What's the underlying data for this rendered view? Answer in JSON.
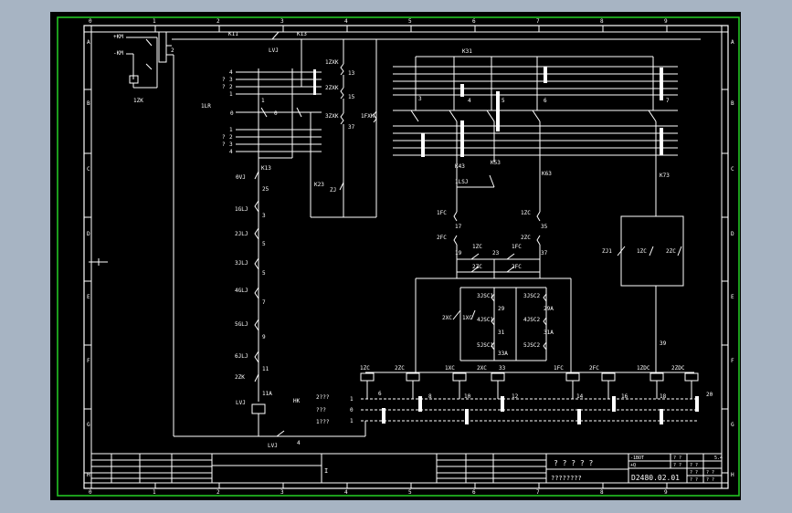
{
  "colors": {
    "background": "#a7b4c3",
    "sheet": "#000000",
    "line": "#ffffff",
    "border": "#24c424"
  },
  "ruler": {
    "top": [
      "0",
      "1",
      "2",
      "3",
      "4",
      "5",
      "6",
      "7",
      "8",
      "9"
    ],
    "bottom": [
      "0",
      "1",
      "2",
      "3",
      "4",
      "5",
      "6",
      "7",
      "8",
      "9"
    ],
    "left": [
      "A",
      "B",
      "C",
      "D",
      "E",
      "F",
      "G",
      "H"
    ],
    "right": [
      "A",
      "B",
      "C",
      "D",
      "E",
      "F",
      "G",
      "H"
    ]
  },
  "labels": {
    "bus1": "+KM",
    "bus2": "-KM",
    "izk": "1ZK",
    "k11": "K11",
    "lvj": "LVJ",
    "k13a": "K13",
    "r4": "4",
    "r3": "3",
    "r2": "2",
    "r1": "1",
    "q1": "?",
    "q2": "?",
    "q3": "?",
    "q4": "?",
    "z1zk": "1ZXK",
    "z2zk": "2ZXK",
    "z3zk": "3ZXK",
    "n13": "13",
    "n15": "15",
    "n37": "37",
    "lr": "1LR",
    "sw0": "0",
    "n1a": "1",
    "n1b": "1",
    "n2": "2",
    "n3": "3",
    "n4": "4",
    "k13b": "K13",
    "k23": "K23",
    "zj": "ZJ",
    "fx": "1FXK",
    "k31": "K31",
    "c3": "3",
    "c4": "4",
    "c5": "5",
    "c6": "6",
    "c7": "7",
    "k43": "K43",
    "k53": "K53",
    "k63": "K63",
    "k73": "K73",
    "lsj": "1LSJ",
    "ovj": "0VJ",
    "n25": "25",
    "g1": "1GLJ",
    "g3": "3",
    "g2": "2JLJ",
    "g5": "5",
    "g3l": "3JLJ",
    "g5n": "5",
    "g4": "4GLJ",
    "g7": "7",
    "g5l": "5GLJ",
    "g9": "9",
    "g6": "6JLJ",
    "g11": "11",
    "zk": "2ZK",
    "n11a": "11A",
    "lvj2": "LVJ",
    "fc1": "1FC",
    "n17": "17",
    "fc2": "2FC",
    "n19": "19",
    "zc1": "1ZC",
    "n23": "23",
    "fc1b": "1FC",
    "zc1b": "1ZC",
    "n35": "35",
    "zc2": "2ZC",
    "n37b": "37",
    "zc2b": "2ZC",
    "fc2b": "2FC",
    "zj1": "ZJ1",
    "zc1c": "1ZC",
    "zc2c": "2ZC",
    "js1": "3JSC1",
    "js2": "4JSC1",
    "js3": "5JSC1",
    "n29": "29",
    "n31": "31",
    "n33a": "33A",
    "js4": "3JSC2",
    "js5": "4JSC2",
    "js6": "5JSC2",
    "n29a": "29A",
    "n31a": "31A",
    "xc2": "2XC",
    "xc1": "1XC",
    "n39": "39",
    "b1zc": "1ZC",
    "b2zc": "2ZC",
    "b1xc": "1XC",
    "b2xc": "2XC",
    "b33": "33",
    "b1fc": "1FC",
    "b2fc": "2FC",
    "b1zdc": "1ZDC",
    "b2zdc": "2ZDC",
    "hk": "HK",
    "sel1": "2???",
    "sel2": "???",
    "sel3": "1???",
    "p1": "1",
    "p0": "0",
    "p1b": "1",
    "s6": "6",
    "s8": "8",
    "s10": "10",
    "s12": "12",
    "s14": "14",
    "s16": "16",
    "s18": "18",
    "s20": "20",
    "lvj3": "LVJ",
    "n4b": "4"
  },
  "title_block": {
    "mark": "I",
    "name": "? ? ? ? ?",
    "name2": "????????",
    "drawing_no": "D2480.02.01",
    "t1": "-1BOT",
    "t2": "+Q",
    "t3": "? ?",
    "t4": "? ?",
    "t5": "5.4",
    "t6": "? ?",
    "t7": "? ?",
    "t8": "? ?",
    "t9": "? ?",
    "t10": "? ?"
  }
}
